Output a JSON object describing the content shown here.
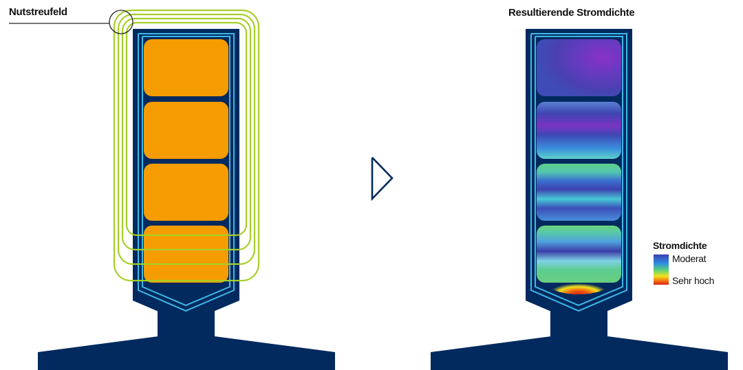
{
  "labels": {
    "left_title": "Nutstreufeld",
    "right_title": "Resultierende Stromdichte"
  },
  "legend": {
    "title": "Stromdichte",
    "low": "Moderat",
    "high": "Sehr hoch"
  },
  "colors": {
    "iron": "#022a5e",
    "slot_line": "#3fb9ea",
    "conductor": "#f59c00",
    "leakage_field": "#a6cf29",
    "arrow": "#022a5e",
    "density_moderate": "#3a3fb0",
    "density_very_high": "#d8201a"
  }
}
